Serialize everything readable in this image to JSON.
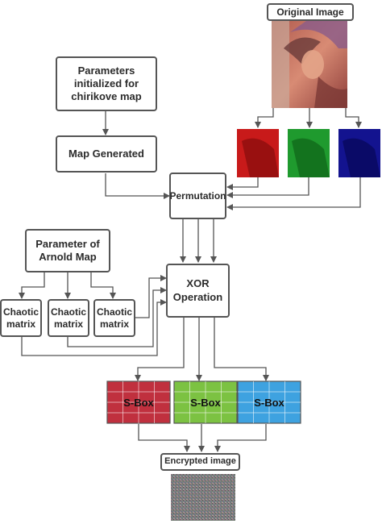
{
  "nodes": {
    "original_image": "Original Image",
    "parameters_chirikove": "Parameters\ninitialized for\nchirikove map",
    "map_generated": "Map Generated",
    "permutation": "Permutation",
    "parameter_arnold": "Parameter of\nArnold Map",
    "chaotic_matrix_1": "Chaotic\nmatrix",
    "chaotic_matrix_2": "Chaotic\nmatrix",
    "chaotic_matrix_3": "Chaotic\nmatrix",
    "xor_operation": "XOR\nOperation",
    "encrypted_image": "Encrypted image"
  },
  "sboxes": [
    {
      "label": "S-Box",
      "color": "#c0303e"
    },
    {
      "label": "S-Box",
      "color": "#7cc242"
    },
    {
      "label": "S-Box",
      "color": "#3ea2e0"
    }
  ],
  "channels": [
    {
      "name": "red-channel",
      "color": "#c81a1a"
    },
    {
      "name": "green-channel",
      "color": "#1f9a2e"
    },
    {
      "name": "blue-channel",
      "color": "#13138f"
    }
  ],
  "colors": {
    "line": "#555555",
    "box_border": "#555555"
  }
}
